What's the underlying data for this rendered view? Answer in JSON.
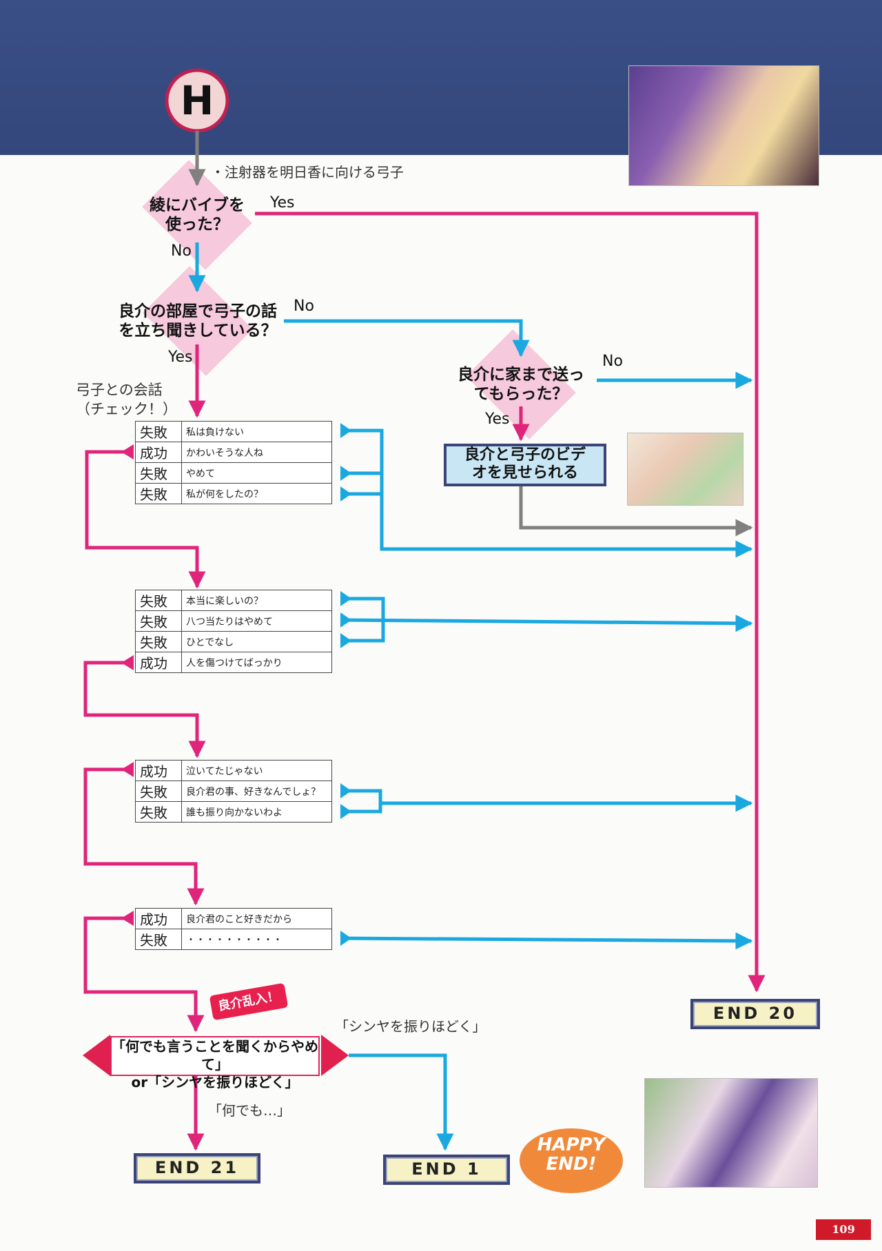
{
  "colors": {
    "yes_line": "#e0247a",
    "no_line": "#1aa8e0",
    "neutral_line": "#808080",
    "header_bg": "#33477c",
    "badge_fill": "#f2d6d6",
    "badge_ring": "#c02050"
  },
  "route_badge": {
    "letter": "H"
  },
  "intro_note": "・注射器を明日香に向ける弓子",
  "q1": {
    "line1": "綾にバイブを",
    "line2": "使った？",
    "yes": "Yes",
    "no": "No"
  },
  "q2": {
    "line1": "良介の部屋で弓子の話",
    "line2": "を立ち聞きしている？",
    "yes": "Yes",
    "no": "No"
  },
  "q3": {
    "line1": "良介に家まで送っ",
    "line2": "てもらった？",
    "yes": "Yes",
    "no": "No"
  },
  "video_event": {
    "line1": "良介と弓子のビデ",
    "line2": "オを見せられる"
  },
  "conversation_label": {
    "line1": "弓子との会話",
    "line2": "（チェック！）"
  },
  "check1": [
    {
      "result": "失敗",
      "text": "私は負けない"
    },
    {
      "result": "成功",
      "text": "かわいそうな人ね"
    },
    {
      "result": "失敗",
      "text": "やめて"
    },
    {
      "result": "失敗",
      "text": "私が何をしたの？"
    }
  ],
  "check2": [
    {
      "result": "失敗",
      "text": "本当に楽しいの？"
    },
    {
      "result": "失敗",
      "text": "八つ当たりはやめて"
    },
    {
      "result": "失敗",
      "text": "ひとでなし"
    },
    {
      "result": "成功",
      "text": "人を傷つけてばっかり"
    }
  ],
  "check3": [
    {
      "result": "成功",
      "text": "泣いてたじゃない"
    },
    {
      "result": "失敗",
      "text": "良介君の事、好きなんでしょ？"
    },
    {
      "result": "失敗",
      "text": "誰も振り向かないわよ"
    }
  ],
  "check4": [
    {
      "result": "成功",
      "text": "良介君のこと好きだから"
    },
    {
      "result": "失敗",
      "text": "・・・・・・・・・・"
    }
  ],
  "intrusion_sticker": "良介乱入！",
  "final_choice": {
    "line1": "「何でも言うことを聞くからやめて」",
    "line2": "or「シンヤを振りほどく」"
  },
  "branch_right_label": "「シンヤを振りほどく」",
  "branch_down_label": "「何でも…」",
  "endings": {
    "end20": "END 20",
    "end21": "END 21",
    "end1": "END 1"
  },
  "happy_badge": {
    "line1": "HAPPY",
    "line2": "END!"
  },
  "page_number": "109"
}
